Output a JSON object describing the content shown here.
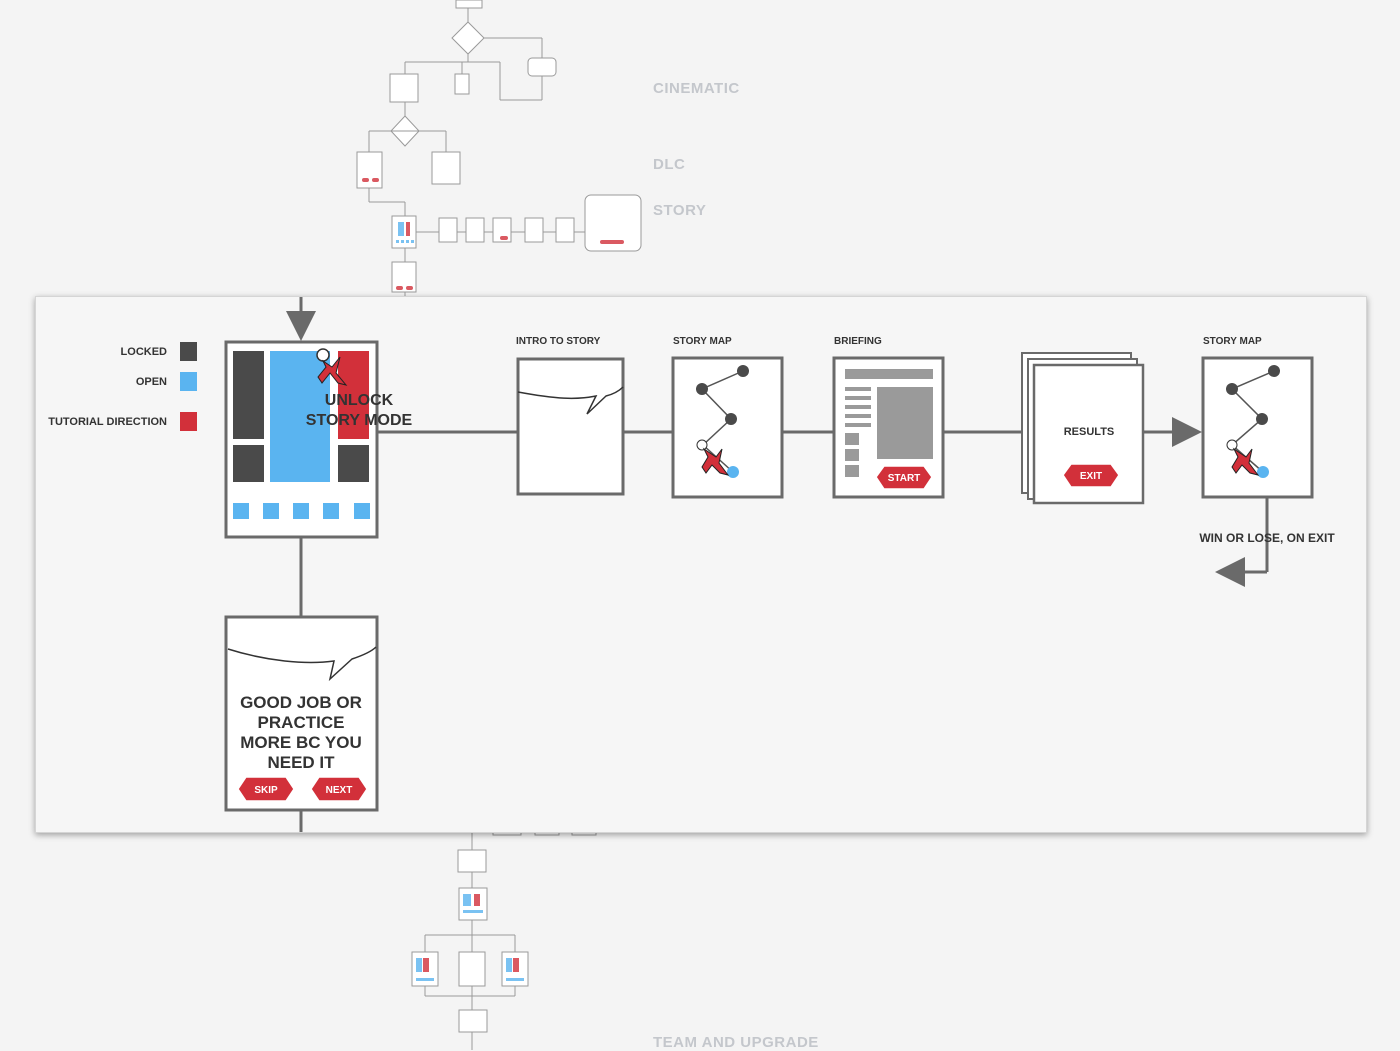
{
  "sections": {
    "cinematic": "CINEMATIC",
    "dlc": "DLC",
    "story": "STORY",
    "team_upgrade": "TEAM AND UPGRADE"
  },
  "legend": {
    "locked": {
      "label": "LOCKED",
      "color": "#4a4a4a"
    },
    "open": {
      "label": "OPEN",
      "color": "#5ab4f0"
    },
    "tutorial": {
      "label": "TUTORIAL DIRECTION",
      "color": "#d2303a"
    }
  },
  "screens": {
    "unlock_line1": "UNLOCK",
    "unlock_line2": "STORY MODE",
    "intro_title": "INTRO TO STORY",
    "story_map_title": "STORY MAP",
    "briefing_title": "BRIEFING",
    "start_button": "START",
    "results_label": "RESULTS",
    "exit_button": "EXIT",
    "story_map2_title": "STORY MAP",
    "exit_note": "WIN OR LOSE, ON EXIT"
  },
  "feedback": {
    "line1": "GOOD JOB OR",
    "line2": "PRACTICE",
    "line3": "MORE BC YOU",
    "line4": "NEED IT",
    "skip_button": "SKIP",
    "next_button": "NEXT"
  },
  "colors": {
    "accent_red": "#d2303a",
    "open_blue": "#5ab4f0",
    "locked_gray": "#4a4a4a",
    "line_gray": "#6a6a6a"
  }
}
